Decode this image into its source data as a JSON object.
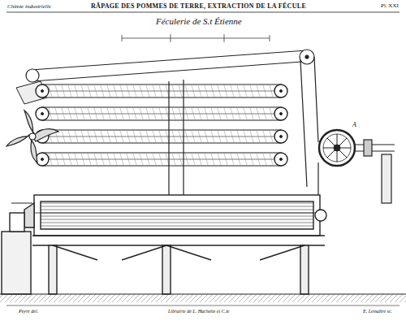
{
  "diagram": {
    "title": "RÂPAGE DES POMMES DE TERRE, EXTRACTION DE LA FÉCULE",
    "labels": [
      "Chimie industrielle",
      "Pl. XXI",
      "Féculerie de S.t Étienne",
      "A",
      "Peyre del.",
      "Librairie de L. Hachette et C.ie",
      "E. Lemaître sc."
    ]
  }
}
